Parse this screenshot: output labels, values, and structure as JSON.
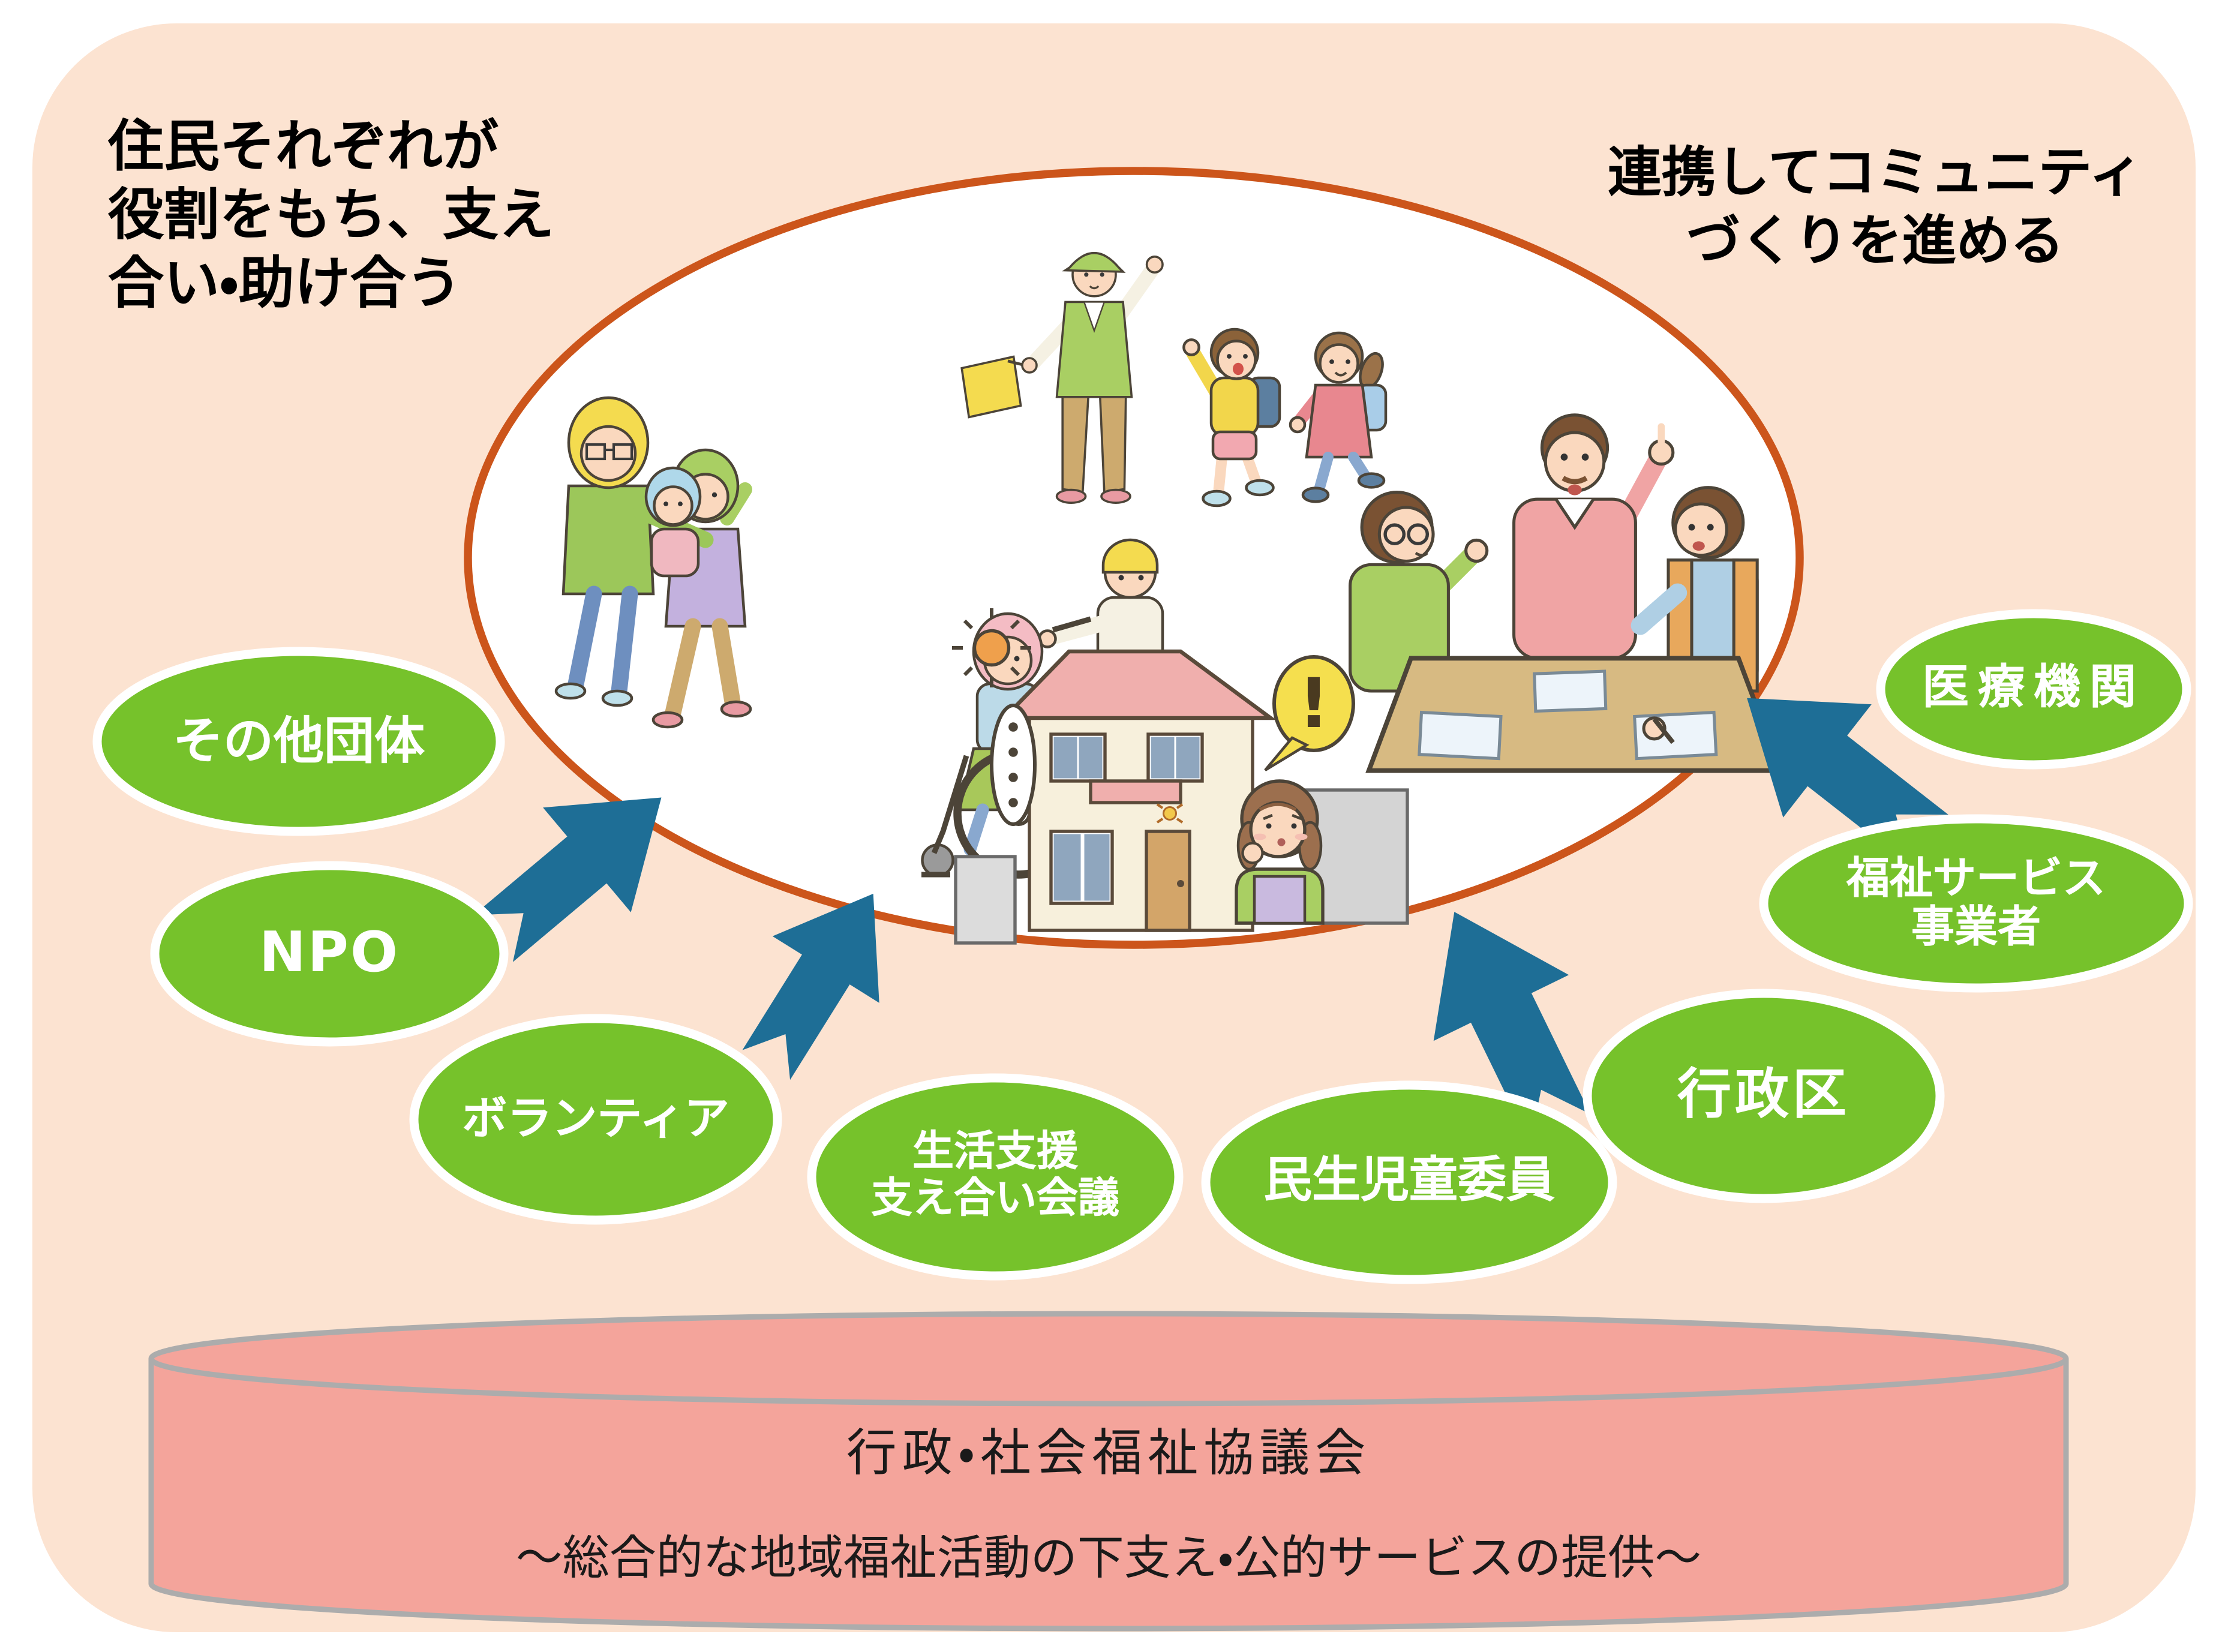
{
  "colors": {
    "page": "#FFFFFF",
    "background": "#FCE3D1",
    "org_green": "#76C22B",
    "org_border": "#FFFFFF",
    "org_text": "#FFFFFF",
    "arrow_blue": "#1E6E96",
    "center_fill": "#FFFFFF",
    "center_border": "#CC551B",
    "cylinder_fill": "#F4A49B",
    "cylinder_border": "#ACACAC",
    "heading_text": "#000000",
    "foundation_text": "#1A1A1A"
  },
  "headings": {
    "left": {
      "lines": [
        "住民それぞれが",
        "役割をもち、支え",
        "合い・助け合う"
      ]
    },
    "right": {
      "lines": [
        "連携してコミュニティ",
        "づくりを進める"
      ]
    }
  },
  "organizations": {
    "other_groups": {
      "label": "その他団体"
    },
    "npo": {
      "label": "NPO"
    },
    "volunteer": {
      "label": "ボランティア"
    },
    "life_support_council": {
      "line1": "生活支援",
      "line2": "支え合い会議"
    },
    "welfare_commissioners": {
      "label": "民生児童委員"
    },
    "administrative_district": {
      "label": "行政区"
    },
    "welfare_service_providers": {
      "line1": "福祉サービス",
      "line2": "事業者"
    },
    "medical_institutions": {
      "label": "医療機関"
    }
  },
  "foundation": {
    "title": "行政・社会福祉協議会",
    "subtitle": "～総合的な地域福祉活動の下支え・公的サービスの提供～"
  },
  "center_illustration": {
    "exclamation_mark": "!"
  }
}
